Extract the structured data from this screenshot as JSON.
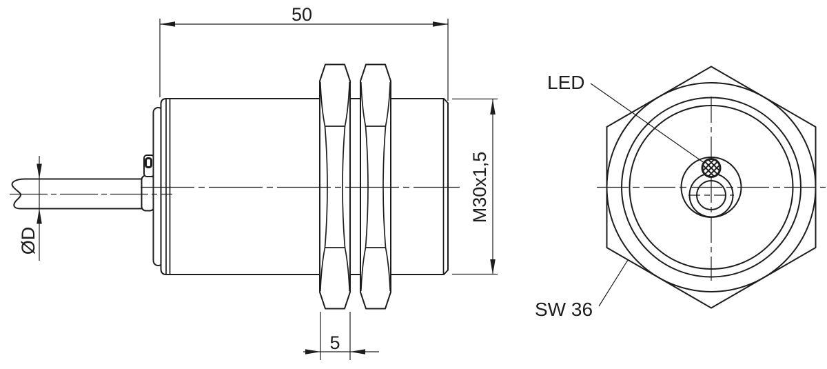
{
  "colors": {
    "background": "#ffffff",
    "line": "#1d1d1d"
  },
  "side_view": {
    "dim_length": "50",
    "dim_nut_width": "5",
    "dim_cable_diameter": "ØD",
    "dim_thread": "M30x1,5"
  },
  "front_view": {
    "led_label": "LED",
    "wrench_size_label": "SW 36"
  }
}
